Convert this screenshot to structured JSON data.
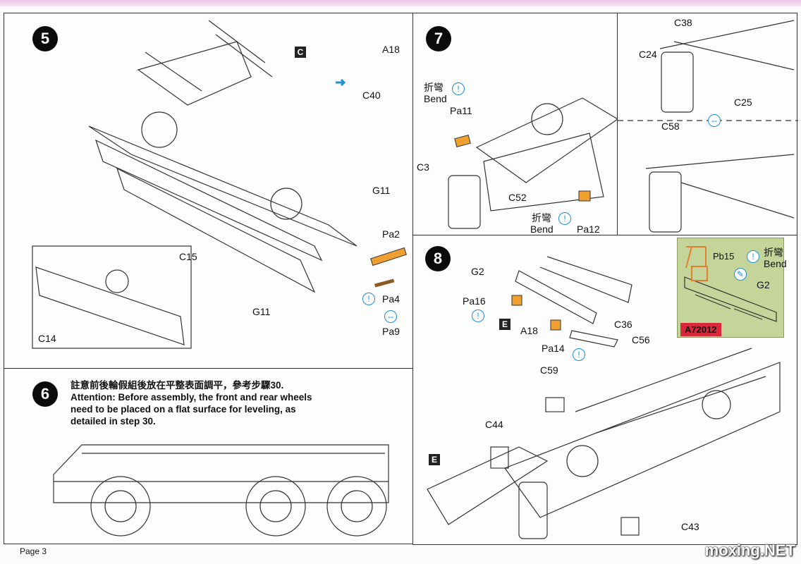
{
  "steps": {
    "s5": "5",
    "s6": "6",
    "s7": "7",
    "s8": "8"
  },
  "step5": {
    "callout": "C",
    "labels": [
      "A18",
      "C40",
      "G11",
      "Pa2",
      "Pa4",
      "Pa9",
      "G11",
      "C15",
      "C14"
    ]
  },
  "step6": {
    "note_zh": "註意前後輪假組後放在平整表面調平，參考步驟30.",
    "note_en": "Attention: Before assembly, the front and rear wheels need to be placed on a flat surface for leveling, as detailed in step 30."
  },
  "step7": {
    "bend_zh": "折彎",
    "bend_en": "Bend",
    "labels": [
      "Pa11",
      "C3",
      "C52",
      "Pa12"
    ]
  },
  "topright": {
    "labels": [
      "C38",
      "C24",
      "C25",
      "C58"
    ]
  },
  "step8": {
    "callout": "E",
    "labels": [
      "G2",
      "Pa16",
      "A18",
      "Pa14",
      "C36",
      "C56",
      "C59",
      "C44",
      "C43"
    ],
    "inset": {
      "part": "Pb15",
      "bend_zh": "折彎",
      "bend_en": "Bend",
      "part2": "G2",
      "code": "A72012"
    }
  },
  "footer": {
    "page": "Page 3",
    "watermark": "moxing.NET"
  },
  "colors": {
    "photo_etch": "#f0a030",
    "inset_bg": "#c5d59a",
    "code_bg": "#d8283c",
    "icon": "#1b8fd6"
  }
}
